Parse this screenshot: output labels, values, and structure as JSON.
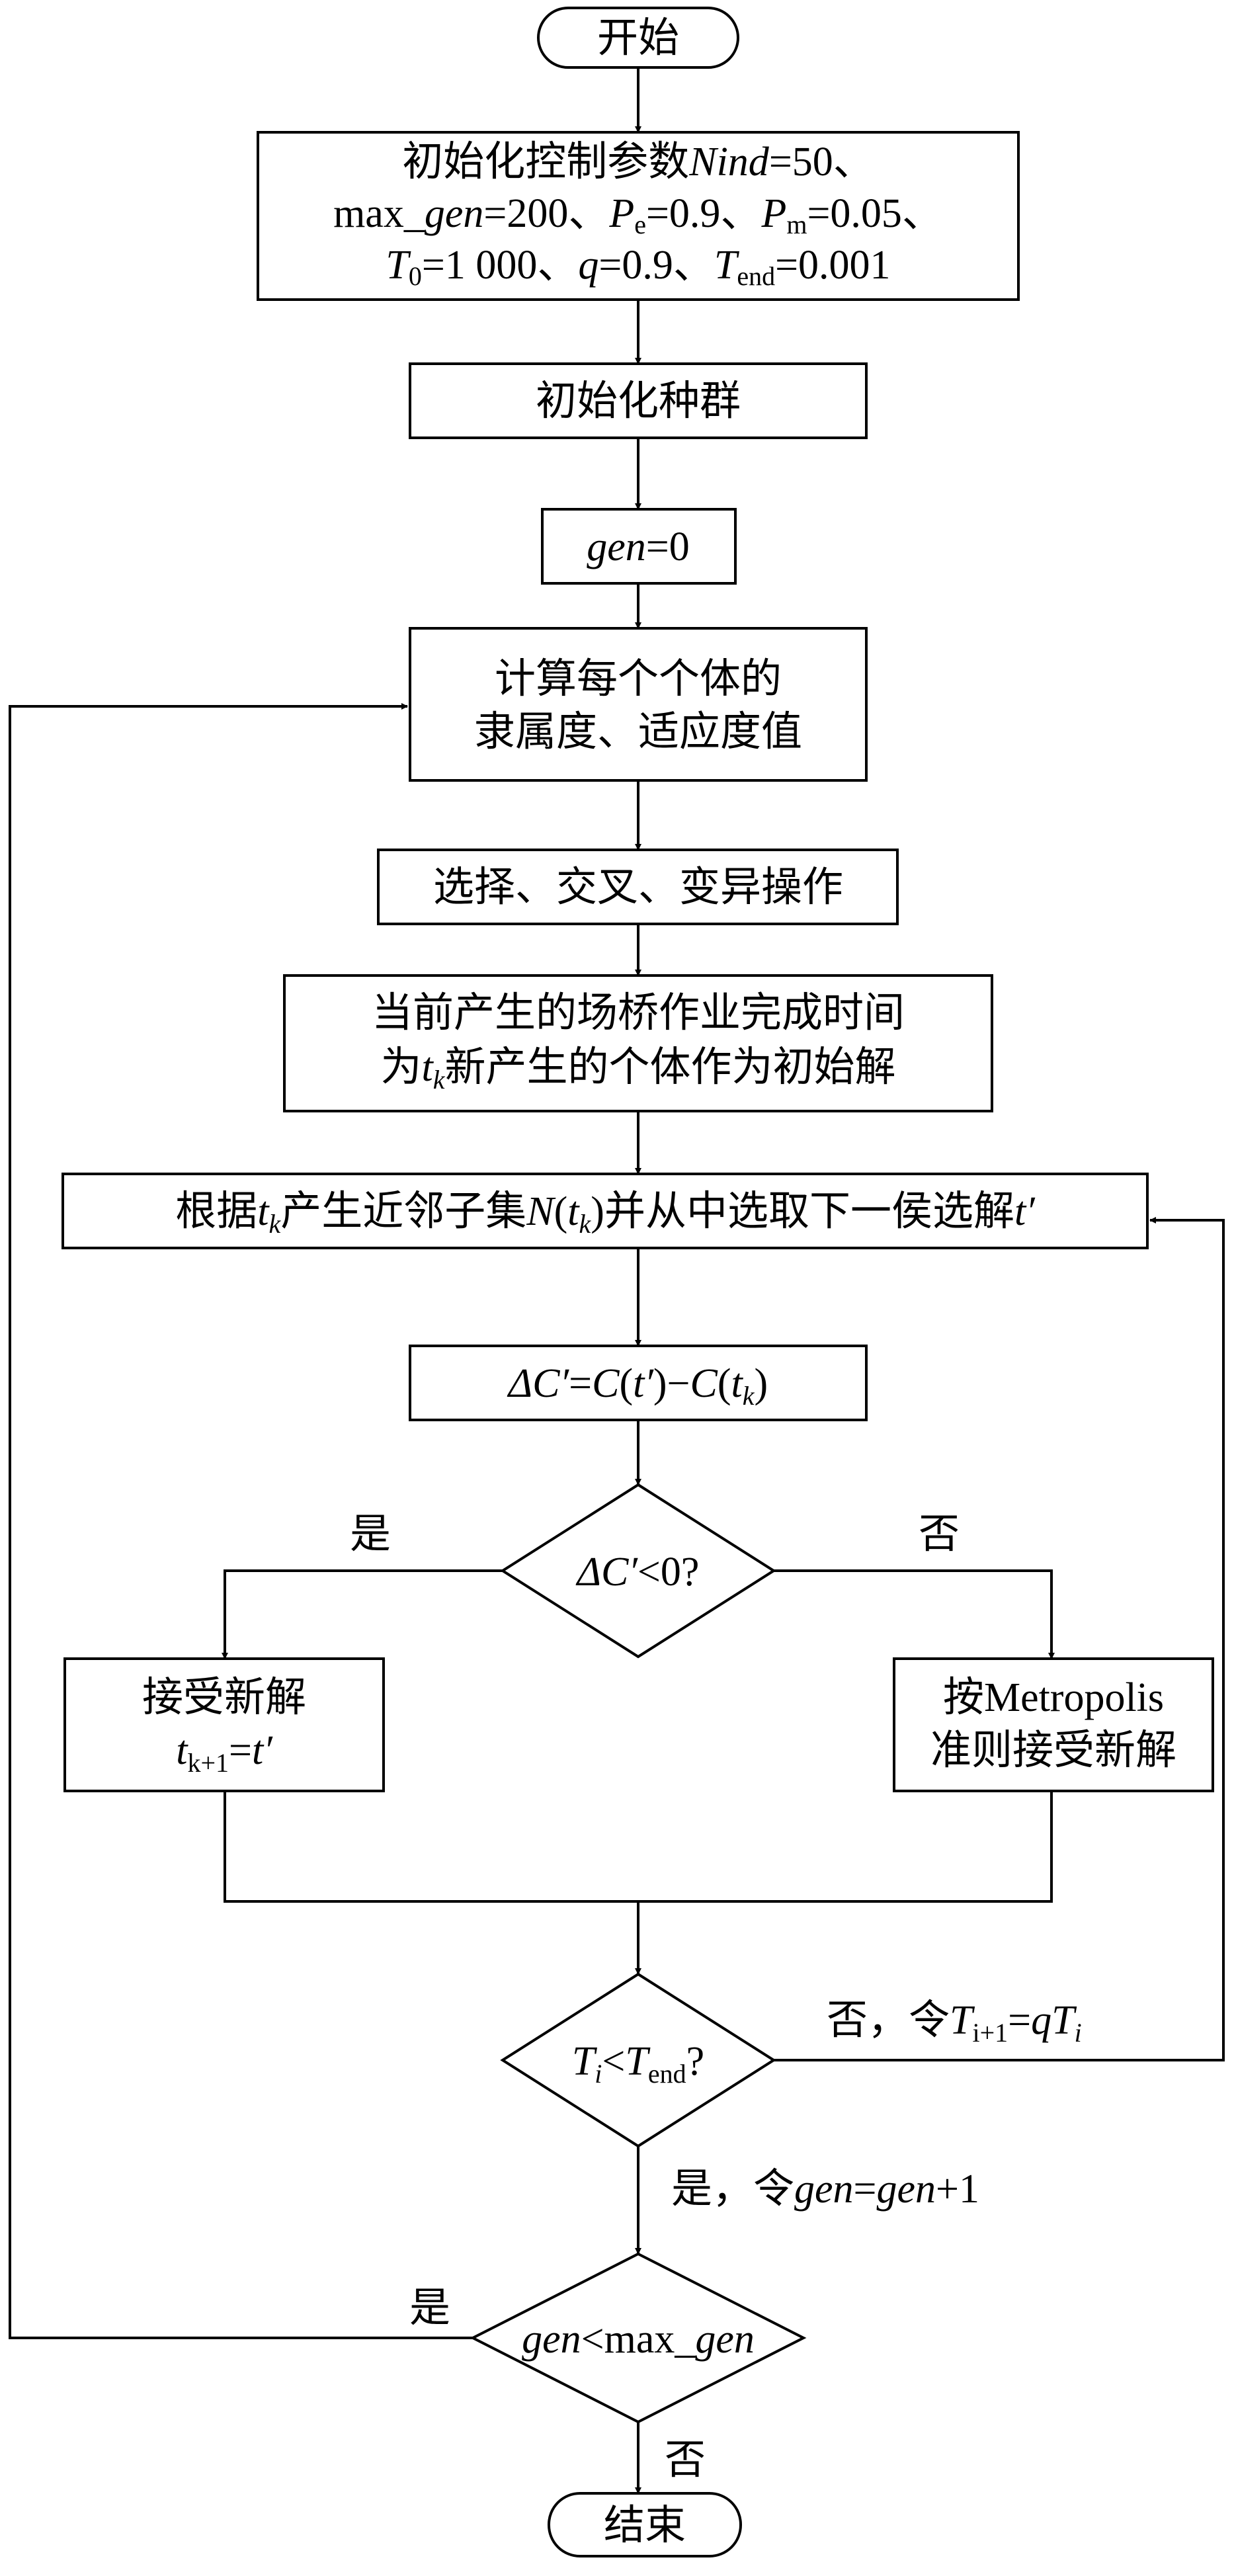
{
  "flowchart": {
    "start": "开始",
    "init_params": {
      "line1_prefix": "初始化控制参数",
      "line1_var": "Nind",
      "line1_value": "=50、",
      "line2_a": "max_",
      "line2_b": "gen",
      "line2_c": "=200、",
      "line2_d": "P",
      "line2_d_sub": "e",
      "line2_e": "=0.9、",
      "line2_f": "P",
      "line2_f_sub": "m",
      "line2_g": "=0.05、",
      "line3_a": "T",
      "line3_a_sub": "0",
      "line3_b": "=1 000、",
      "line3_c": "q",
      "line3_d": "=0.9、",
      "line3_e": "T",
      "line3_e_sub": "end",
      "line3_f": "=0.001"
    },
    "init_population": "初始化种群",
    "gen_init": {
      "var": "gen",
      "value": "=0"
    },
    "compute": {
      "line1": "计算每个个体的",
      "line2": "隶属度、适应度值"
    },
    "genetic_ops": "选择、交叉、变异操作",
    "current_solution": {
      "line1": "当前产生的场桥作业完成时间",
      "line2_a": "为",
      "line2_var": "t",
      "line2_sub": "k",
      "line2_b": "新产生的个体作为初始解"
    },
    "neighbor": {
      "a": "根据",
      "t": "t",
      "k": "k",
      "b": "产生近邻子集",
      "N": "N",
      "c": "(",
      "t2": "t",
      "k2": "k",
      "d": ")并从中选取下一侯选解",
      "t3": "t′"
    },
    "delta": {
      "a": "ΔC′",
      "b": "=",
      "c": "C",
      "d": "(",
      "e": "t′",
      "f": ")−",
      "g": "C",
      "h": "(",
      "i": "t",
      "k": "k",
      "j": ")"
    },
    "decision1": {
      "a": "ΔC′",
      "b": "<0?"
    },
    "yes1": "是",
    "no1": "否",
    "accept": {
      "line1": "接受新解",
      "t": "t",
      "sub": "k+1",
      "rest": "=",
      "tp": "t′"
    },
    "metropolis": {
      "line1": "按Metropolis",
      "line2": "准则接受新解"
    },
    "decision2": {
      "a": "T",
      "a_sub": "i",
      "b": "<",
      "c": "T",
      "c_sub": "end",
      "d": "?"
    },
    "no2": {
      "a": "否，令",
      "T": "T",
      "sub": "i+1",
      "eq": "=",
      "q": "qT",
      "sub2": "i"
    },
    "yes2": {
      "a": "是，令",
      "gen1": "gen",
      "eq": "=",
      "gen2": "gen",
      "rest": "+1"
    },
    "decision3": {
      "a": "gen",
      "b": "<max_",
      "c": "gen"
    },
    "yes3": "是",
    "no3": "否",
    "end": "结束"
  }
}
